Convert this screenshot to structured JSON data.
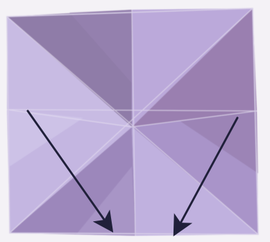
{
  "photo": {
    "subject": "origami-folded-paper-square",
    "colors": {
      "background": "#f4f2f6",
      "paper_light": "#b8a6d8",
      "paper_lighter": "#c9bbe3",
      "paper_mid": "#a592c8",
      "paper_dark": "#9b80b0",
      "paper_darker": "#8c6f9f",
      "crease": "#e3dcef",
      "arrow": "#20203a"
    },
    "arrows": [
      {
        "name": "left-arrow",
        "direction": "down-right"
      },
      {
        "name": "right-arrow",
        "direction": "down-left"
      }
    ]
  }
}
